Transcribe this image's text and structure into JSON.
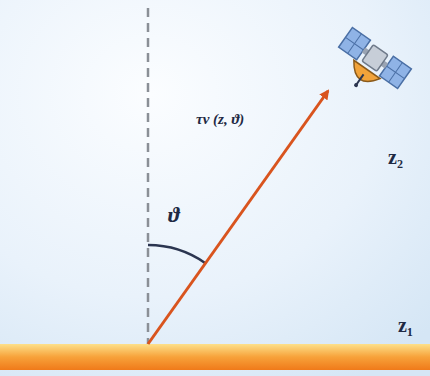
{
  "diagram": {
    "labels": [
      "τν (z, ϑ)",
      "ϑ",
      "z₂",
      "z₁"
    ]
  }
}
